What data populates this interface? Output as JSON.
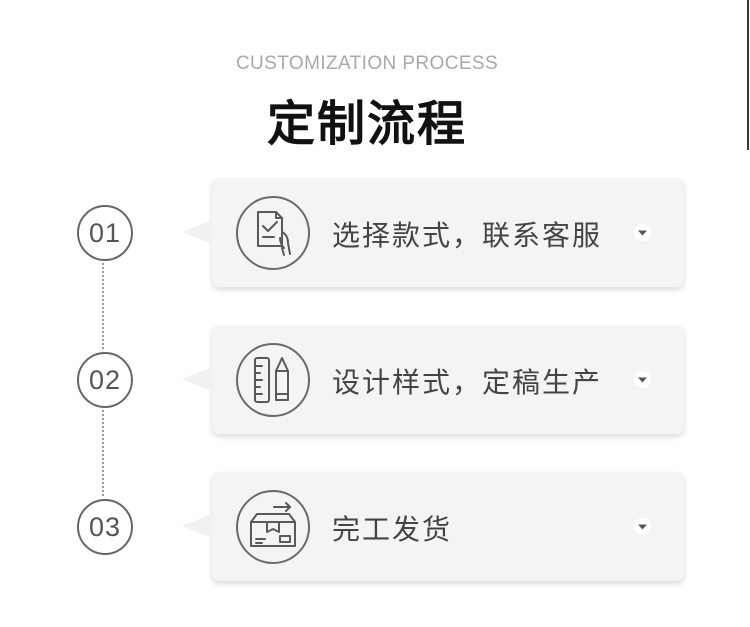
{
  "header": {
    "subtitle": "CUSTOMIZATION PROCESS",
    "title": "定制流程"
  },
  "steps": [
    {
      "number": "01",
      "label": "选择款式，联系客服",
      "icon": "hand-document-check-icon"
    },
    {
      "number": "02",
      "label": "设计样式，定稿生产",
      "icon": "ruler-pencil-icon"
    },
    {
      "number": "03",
      "label": "完工发货",
      "icon": "shipping-box-arrow-icon"
    }
  ],
  "colors": {
    "card_background": "#f4f4f4",
    "text": "#444444",
    "subtitle": "#a8a8a8",
    "title": "#111111"
  }
}
